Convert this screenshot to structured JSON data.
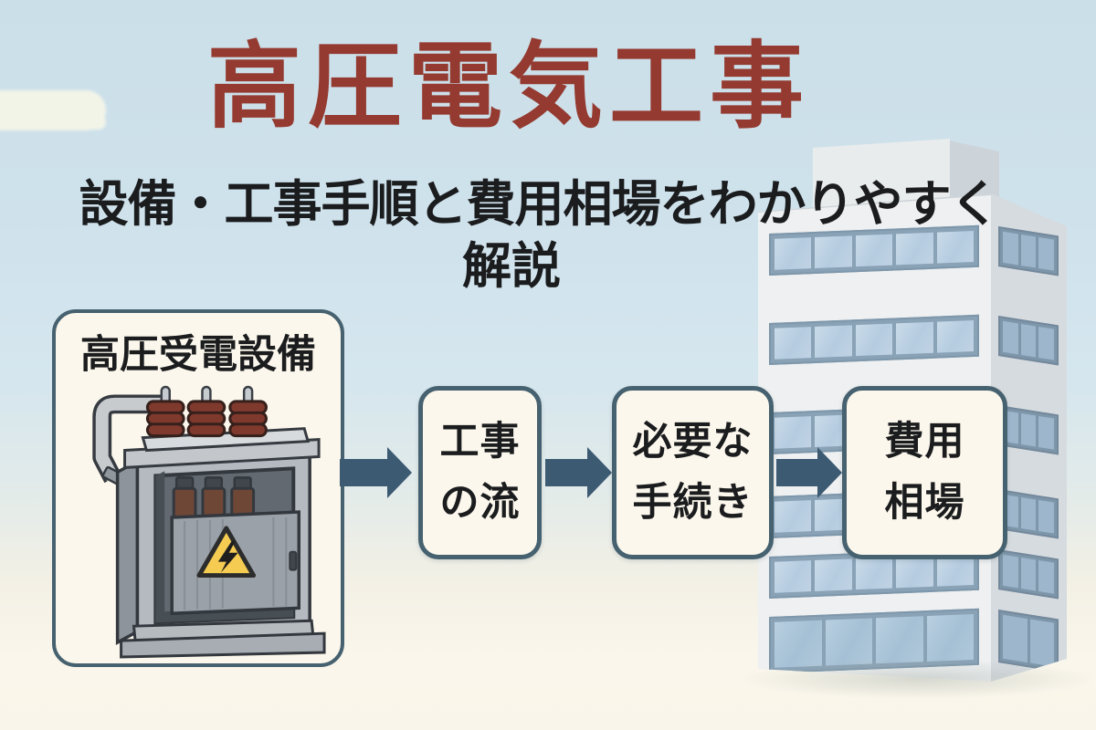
{
  "header": {
    "title": "高圧電気工事",
    "subtitle_line1": "設備・工事手順と費用相場をわかりやすく",
    "subtitle_line2": "解説"
  },
  "equipment_panel": {
    "label": "高圧受電設備"
  },
  "flow_steps": [
    {
      "line1": "工事",
      "line2": "の流"
    },
    {
      "line1": "必要な",
      "line2": "手続き"
    },
    {
      "line1": "費用",
      "line2": "相場"
    }
  ],
  "icons": {
    "transformer": "high-voltage-transformer-illustration",
    "warning": "lightning-warning-triangle-icon",
    "arrows": "arrow-right-icon",
    "building": "office-building-illustration",
    "cloud": "cloud"
  },
  "colors": {
    "title_red": "#943a30",
    "text_black": "#1b1c1e",
    "panel_border": "#46616f",
    "panel_bg": "#fbf7ec",
    "arrow": "#3d5a73",
    "sky": "#cfe2ec",
    "ground": "#f9f5ea",
    "building_front": "#eef0f1",
    "building_side": "#d6dbdf",
    "window_blue": "#bed2e3",
    "warning_yellow": "#f5cb52"
  }
}
